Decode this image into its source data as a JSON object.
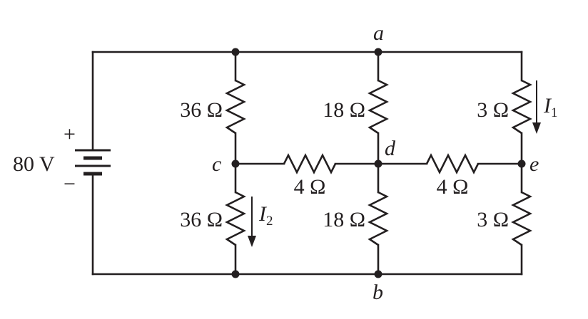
{
  "source": {
    "value": "80 V",
    "plus": "+",
    "minus": "−"
  },
  "nodes": {
    "a": "a",
    "b": "b",
    "c": "c",
    "d": "d",
    "e": "e"
  },
  "resistors": {
    "c_top": "36 Ω",
    "c_bottom": "36 Ω",
    "d_top": "18 Ω",
    "d_bottom": "18 Ω",
    "e_top": "3 Ω",
    "e_bottom": "3 Ω",
    "cd": "4 Ω",
    "de": "4 Ω"
  },
  "currents": {
    "I1": {
      "symbol": "I",
      "sub": "1"
    },
    "I2": {
      "symbol": "I",
      "sub": "2"
    }
  },
  "colors": {
    "ink": "#231f20",
    "background": "#ffffff"
  }
}
